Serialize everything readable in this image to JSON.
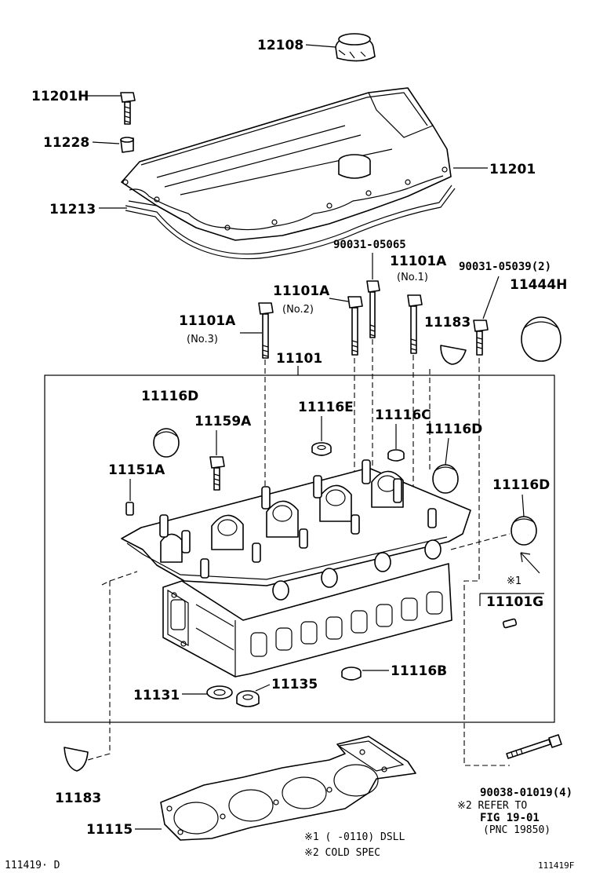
{
  "labels": {
    "oil_filler_cap": "12108",
    "cover_bolt": "11201H",
    "grommet": "11228",
    "head_cover": "11201",
    "cover_gasket": "11213",
    "bolt_ref_1": "90031-05065",
    "head_bolt_no1": "11101A",
    "head_bolt_no1_note": "(No.1)",
    "bolt_ref_2": "90031-05039(2)",
    "plug_top": "11444H",
    "head_bolt_no2": "11101A",
    "head_bolt_no2_note": "(No.2)",
    "head_bolt_no3": "11101A",
    "head_bolt_no3_note": "(No.3)",
    "half_moon_top": "11183",
    "cylinder_head": "11101",
    "plug_d_left": "11116D",
    "stud": "11159A",
    "plug_e": "11116E",
    "plug_c": "11116C",
    "plug_d_mid": "11116D",
    "pin": "11151A",
    "plug_d_right": "11116D",
    "note1_mark": "※1",
    "pin_g": "11101G",
    "plug_b": "11116B",
    "seal_1": "11131",
    "seal_2": "11135",
    "half_moon_bottom": "11183",
    "bolt_ref_3": "90038-01019(4)",
    "refer_mark": "※2 REFER TO",
    "refer_fig": "FIG 19-01",
    "refer_pnc": "(PNC 19850)",
    "head_gasket": "11115",
    "footnote_1": "※1 (      -0110) DSLL",
    "footnote_2": "※2 COLD SPEC",
    "diagram_id_left": "111419· D",
    "diagram_id_right": "111419F"
  }
}
